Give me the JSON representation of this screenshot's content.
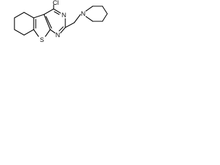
{
  "molecule": {
    "atoms": {
      "chlorine": "Cl",
      "sulfur": "S",
      "nitrogen_ring_top": "N",
      "nitrogen_ring_bottom": "N",
      "nitrogen_piperidine": "N"
    }
  }
}
